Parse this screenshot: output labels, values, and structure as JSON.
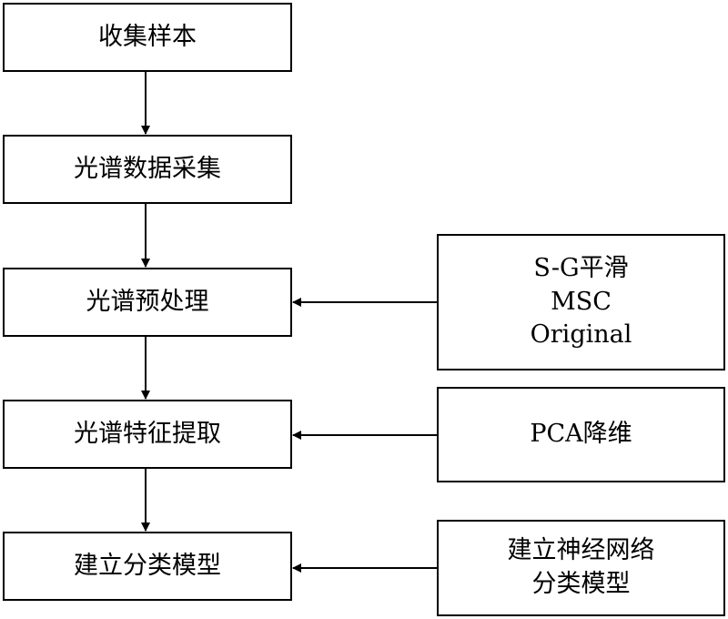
{
  "flow": {
    "steps": [
      {
        "label": "收集样本"
      },
      {
        "label": "光谱数据采集"
      },
      {
        "label": "光谱预处理"
      },
      {
        "label": "光谱特征提取"
      },
      {
        "label": "建立分类模型"
      }
    ],
    "methods": [
      {
        "lines": [
          "S-G平滑",
          "MSC",
          "Original"
        ]
      },
      {
        "lines": [
          "PCA降维"
        ]
      },
      {
        "lines": [
          "建立神经网络",
          "分类模型"
        ]
      }
    ]
  }
}
